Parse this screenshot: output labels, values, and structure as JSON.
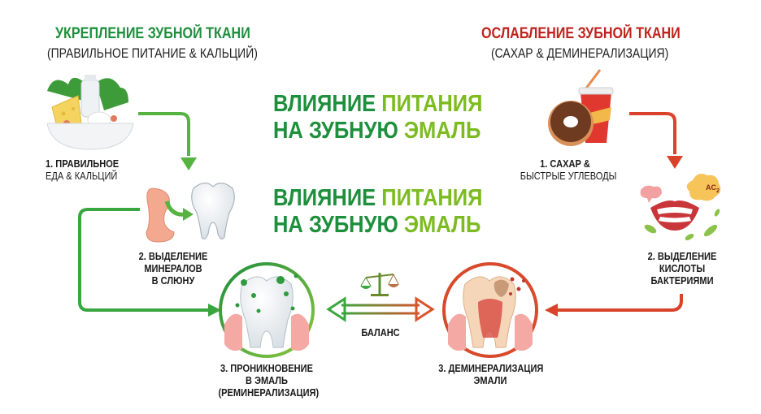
{
  "left_header": {
    "title": "УКРЕПЛЕНИЕ ЗУБНОЙ ТКАНИ",
    "subtitle": "(ПРАВИЛЬНОЕ ПИТАНИЕ & КАЛЬЦИЙ)",
    "color": "#1e8f3c"
  },
  "right_header": {
    "title": "ОСЛАБЛЕНИЕ ЗУБНОЙ ТКАНИ",
    "subtitle": "(САХАР & ДЕМИНЕРАЛИЗАЦИЯ)",
    "color": "#c0231e"
  },
  "main_title": {
    "line1_part1": "ВЛИЯНИЕ",
    "line1_part2": "ПИТАНИЯ",
    "line2_part1": "НА ЗУБНУЮ",
    "line2_part2": "ЭМАЛЬ"
  },
  "main_title_repeat": {
    "line1_part1": "ВЛИЯНИЕ",
    "line1_part2": "ПИТАНИЯ",
    "line2_part1": "НА ЗУБНУЮ",
    "line2_part2": "ЭМАЛЬ"
  },
  "left_steps": [
    {
      "line1": "1. ПРАВИЛЬНОЕ",
      "line2": "ЕДА & КАЛЬЦИЙ",
      "icon": "food-bowl-icon"
    },
    {
      "line1": "2. ВЫДЕЛЕНИЕ",
      "line2": "МИНЕРАЛОВ",
      "line3": "В СЛЮНУ",
      "icon": "salivary-gland-tooth-icon"
    },
    {
      "line1": "3. ПРОНИКНОВЕНИЕ",
      "line2": "В ЭМАЛЬ",
      "line3": "(РЕМИНЕРАЛИЗАЦИЯ)",
      "icon": "healthy-tooth-icon"
    }
  ],
  "right_steps": [
    {
      "line1": "1. САХАР &",
      "line2": "БЫСТРЫЕ УГЛЕВОДЫ",
      "icon": "donut-soda-icon"
    },
    {
      "line1": "2. ВЫДЕЛЕНИЕ",
      "line2": "КИСЛОТЫ",
      "line3": "БАКТЕРИЯМИ",
      "icon": "mouth-bacteria-icon",
      "bubble_text": "AC",
      "bubble_sub": "2"
    },
    {
      "line1": "3. ДЕМИНЕРАЛИЗАЦИЯ",
      "line2": "ЭМАЛИ",
      "icon": "decayed-tooth-icon"
    }
  ],
  "balance": {
    "label": "БАЛАНС",
    "icon": "scales-icon"
  },
  "colors": {
    "green_dark": "#1e8f3c",
    "green_light": "#7dbb22",
    "arrow_green": "#4caf3a",
    "red": "#c0231e",
    "arrow_red": "#d9432b"
  }
}
